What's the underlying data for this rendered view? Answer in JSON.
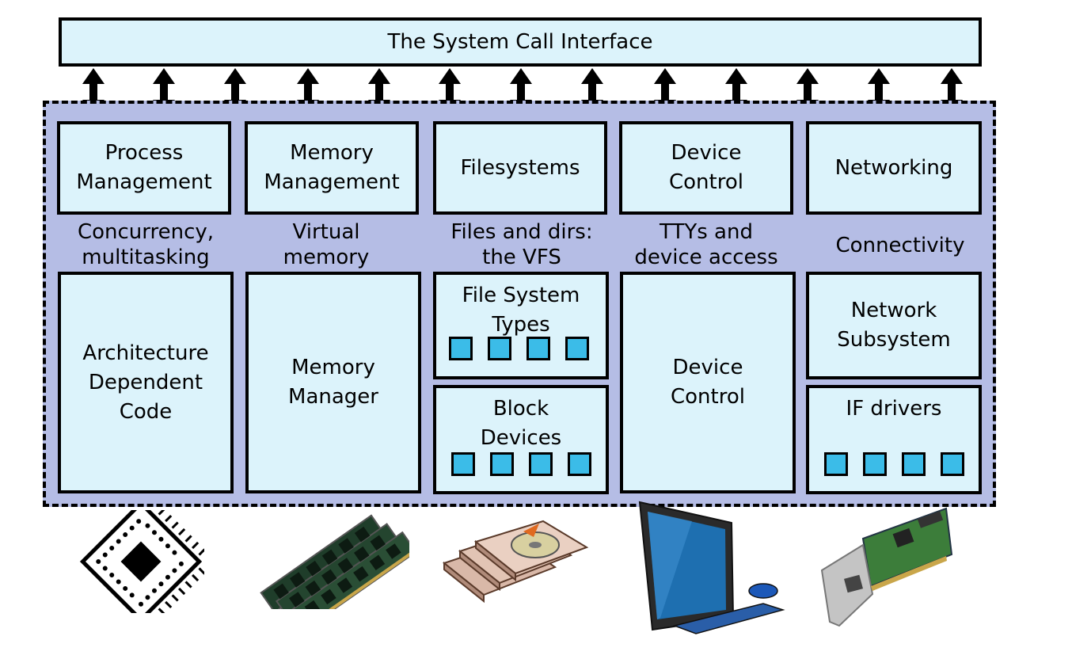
{
  "syscall": "The System Call Interface",
  "columns": [
    {
      "top": "Process\nManagement",
      "caption": "Concurrency,\nmultitasking",
      "bottom": "Architecture\nDependent\nCode",
      "hardware_icon": "cpu-chip-icon"
    },
    {
      "top": "Memory\nManagement",
      "caption": "Virtual\nmemory",
      "bottom": "Memory\nManager",
      "hardware_icon": "ram-modules-icon"
    },
    {
      "top": "Filesystems",
      "caption": "Files and dirs:\nthe VFS",
      "bottom_upper": "File System\nTypes",
      "bottom_lower": "Block\nDevices",
      "hardware_icon": "hard-disks-icon"
    },
    {
      "top": "Device\nControl",
      "caption": "TTYs and\ndevice access",
      "bottom": "Device\nControl",
      "hardware_icon": "computer-monitor-icon"
    },
    {
      "top": "Networking",
      "caption": "Connectivity",
      "bottom_upper": "Network\nSubsystem",
      "bottom_lower": "IF drivers",
      "hardware_icon": "network-card-icon"
    }
  ],
  "colors": {
    "box_fill": "#dcf3fb",
    "kernel_fill": "#b5bde5",
    "square_fill": "#3bbce8",
    "border": "#000000"
  }
}
